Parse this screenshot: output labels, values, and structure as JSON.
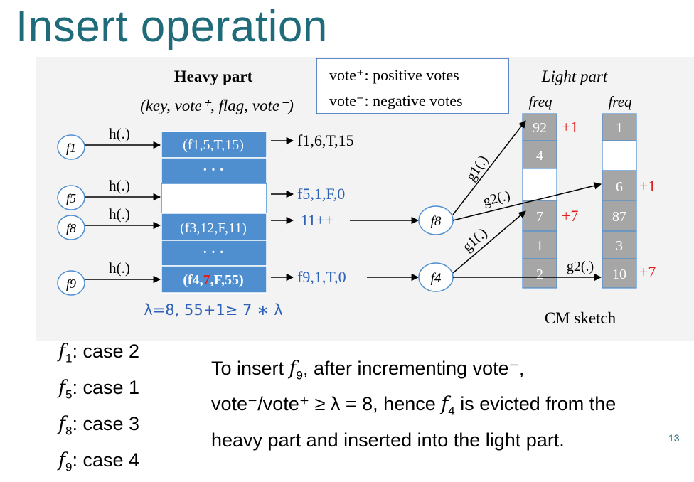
{
  "slide": {
    "title": "Insert operation",
    "page_number": "13"
  },
  "diagram": {
    "heavy_title": "Heavy part",
    "heavy_subtitle": "(key, vote⁺, flag, vote⁻)",
    "legend_pos": "vote⁺: positive votes",
    "legend_neg": "vote⁻: negative votes",
    "light_title": "Light part",
    "freq_label": "freq",
    "cm_label": "CM sketch",
    "flows": [
      "f1",
      "f5",
      "f8",
      "f9"
    ],
    "hash_label": "h(.)",
    "heavy_rows": [
      "(f1,5,T,15)",
      "· · ·",
      "",
      "(f3,12,F,11)",
      "· · ·",
      "(f4,7,F,55)"
    ],
    "results": [
      "f1,6,T,15",
      "f5,1,F,0",
      "11++",
      "f9,1,T,0"
    ],
    "mid_nodes": [
      "f8",
      "f4"
    ],
    "g1_label": "g1(.)",
    "g2_label": "g2(.)",
    "cm_col1": [
      "92",
      "4",
      "",
      "7",
      "1",
      "2"
    ],
    "cm_col2": [
      "1",
      "",
      "6",
      "87",
      "3",
      "10"
    ],
    "increments": [
      "+1",
      "+7",
      "+1",
      "+7"
    ],
    "lambda_note": "λ=8, 55+1≥ 7 ∗ λ",
    "colors": {
      "heavy_blue": "#4f8fd0",
      "text_blue": "#2e62b8",
      "red": "#e02020",
      "grey": "#a6a6a6"
    }
  },
  "cases": [
    {
      "flow": "f",
      "sub": "1",
      "text": ": case 2"
    },
    {
      "flow": "f",
      "sub": "5",
      "text": ": case 1"
    },
    {
      "flow": "f",
      "sub": "8",
      "text": ": case 3"
    },
    {
      "flow": "f",
      "sub": "9",
      "text": ": case 4"
    }
  ],
  "explanation": {
    "line1_a": "To insert ",
    "line1_f": "f",
    "line1_sub": "9",
    "line1_b": ", after incrementing vote⁻,",
    "line2_a": "vote⁻/vote⁺ ≥ λ = 8, hence ",
    "line2_f": "f",
    "line2_sub": "4",
    "line2_b": " is evicted from the",
    "line3": "heavy part and inserted into the light part."
  }
}
